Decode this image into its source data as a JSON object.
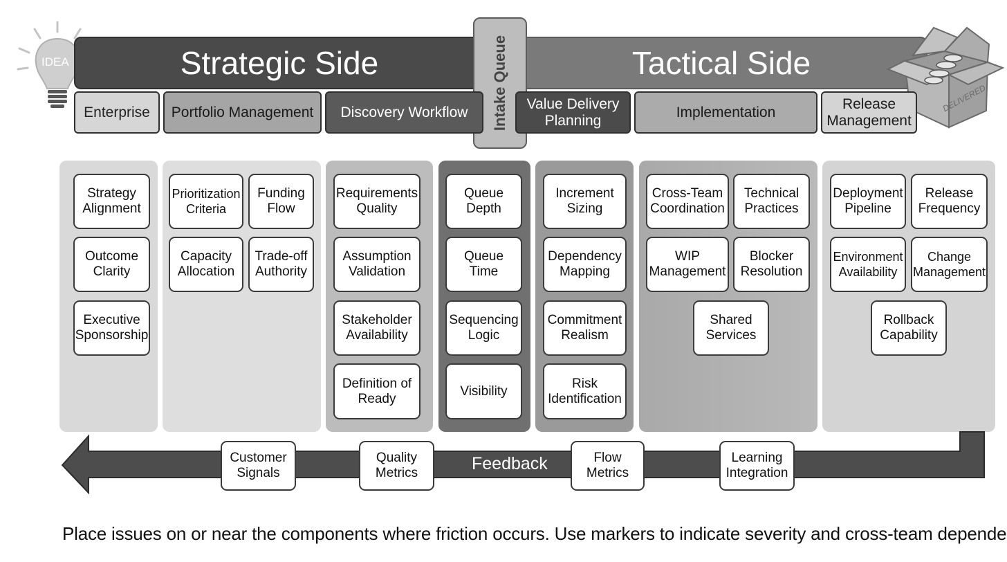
{
  "idea_label": "IDEA",
  "delivered_label": "DELIVERED",
  "strategic_title": "Strategic Side",
  "tactical_title": "Tactical Side",
  "intake_label": "Intake Queue",
  "phases": [
    "Enterprise",
    "Portfolio Management",
    "Discovery Workflow",
    "Value Delivery\nPlanning",
    "Implementation",
    "Release\nManagement"
  ],
  "columns": {
    "enterprise": [
      "Strategy\nAlignment",
      "Outcome\nClarity",
      "Executive\nSponsorship"
    ],
    "portfolio": [
      "Prioritization\nCriteria",
      "Funding\nFlow",
      "Capacity\nAllocation",
      "Trade-off\nAuthority"
    ],
    "discovery": [
      "Requirements\nQuality",
      "Assumption\nValidation",
      "Stakeholder\nAvailability",
      "Definition of\nReady"
    ],
    "intake": [
      "Queue\nDepth",
      "Queue\nTime",
      "Sequencing\nLogic",
      "Visibility"
    ],
    "value_delivery": [
      "Increment\nSizing",
      "Dependency\nMapping",
      "Commitment\nRealism",
      "Risk\nIdentification"
    ],
    "implementation": [
      "Cross-Team\nCoordination",
      "Technical\nPractices",
      "WIP\nManagement",
      "Blocker\nResolution",
      "Shared\nServices"
    ],
    "release": [
      "Deployment\nPipeline",
      "Release\nFrequency",
      "Environment\nAvailability",
      "Change\nManagement",
      "Rollback\nCapability"
    ]
  },
  "feedback": {
    "label": "Feedback",
    "items": [
      "Customer\nSignals",
      "Quality\nMetrics",
      "Flow\nMetrics",
      "Learning\nIntegration"
    ]
  },
  "footer": "Place issues on or near the components where friction occurs. Use markers to indicate severity and cross-team dependencies."
}
